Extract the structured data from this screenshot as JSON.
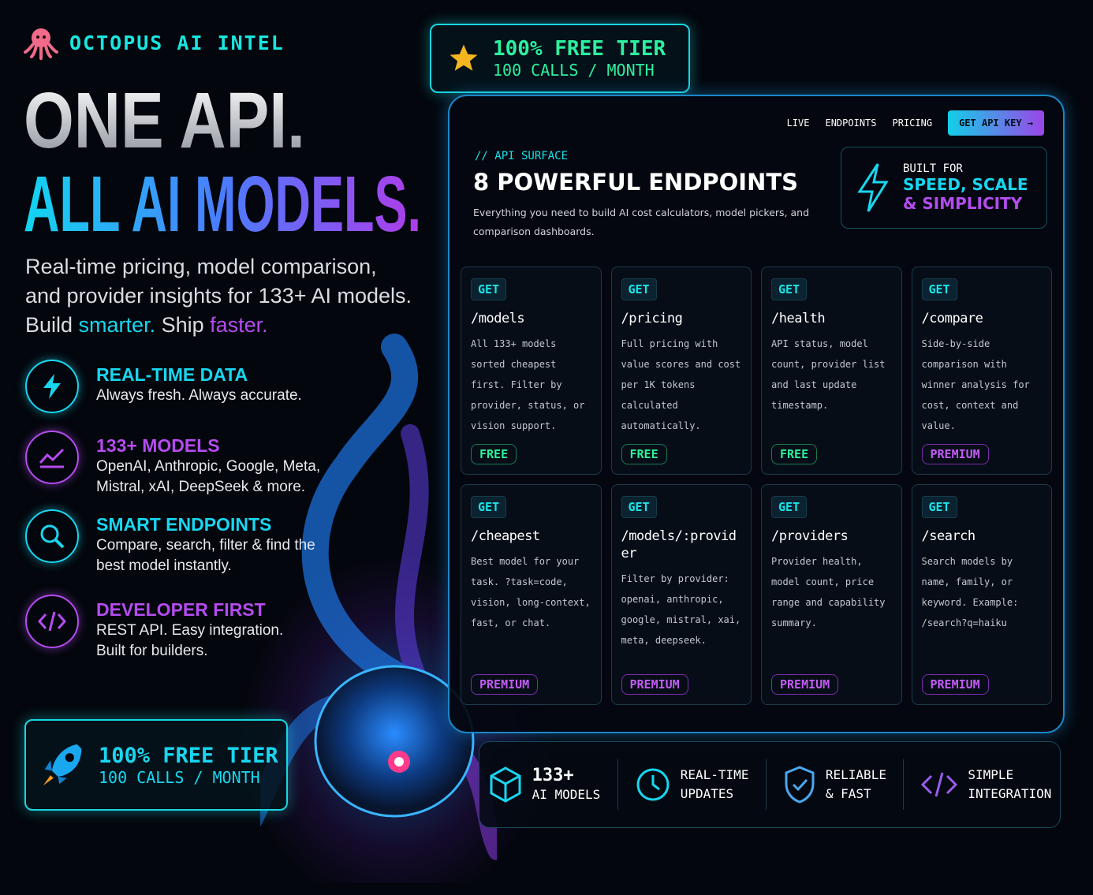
{
  "brand": {
    "name": "OCTOPUS AI INTEL",
    "logo_icon": "octopus-icon"
  },
  "hero": {
    "line1": "ONE API.",
    "line2": "ALL AI MODELS.",
    "subtitle_1": "Real-time pricing, model comparison,",
    "subtitle_2": "and provider insights for 133+ AI models.",
    "subtitle_3a": "Build ",
    "subtitle_3b": "smarter.",
    "subtitle_3c": " Ship ",
    "subtitle_3d": "faster."
  },
  "features": [
    {
      "title": "REAL-TIME DATA",
      "desc1": "Always fresh. Always accurate.",
      "desc2": "",
      "icon": "lightning-icon",
      "color": "#19d6f0"
    },
    {
      "title": "133+ MODELS",
      "desc1": "OpenAI, Anthropic, Google, Meta,",
      "desc2": "Mistral, xAI, DeepSeek & more.",
      "icon": "chart-trend-icon",
      "color": "#b44cf0"
    },
    {
      "title": "SMART ENDPOINTS",
      "desc1": "Compare, search, filter & find the",
      "desc2": "best model instantly.",
      "icon": "search-icon",
      "color": "#19d6f0"
    },
    {
      "title": "DEVELOPER FIRST",
      "desc1": "REST API. Easy integration.",
      "desc2": "Built for builders.",
      "icon": "code-icon",
      "color": "#b44cf0"
    }
  ],
  "top_tier": {
    "title": "100% FREE TIER",
    "sub": "100 CALLS / MONTH",
    "icon": "star-icon"
  },
  "bottom_tier": {
    "title": "100% FREE TIER",
    "sub": "100 CALLS / MONTH",
    "icon": "rocket-icon"
  },
  "panel": {
    "nav": [
      "LIVE",
      "ENDPOINTS",
      "PRICING"
    ],
    "cta": "GET API KEY →",
    "kicker": "// API SURFACE",
    "title": "8 POWERFUL ENDPOINTS",
    "desc": "Everything you need to build AI cost calculators, model pickers, and comparison dashboards.",
    "built": {
      "label": "BUILT FOR",
      "line1": "SPEED, SCALE",
      "line2": "& SIMPLICITY"
    },
    "endpoints": [
      {
        "method": "GET",
        "path": "/models",
        "desc": "All 133+ models sorted cheapest first. Filter by provider, status, or vision support.",
        "tier": "FREE"
      },
      {
        "method": "GET",
        "path": "/pricing",
        "desc": "Full pricing with value scores and cost per 1K tokens calculated automatically.",
        "tier": "FREE"
      },
      {
        "method": "GET",
        "path": "/health",
        "desc": "API status, model count, provider list and last update timestamp.",
        "tier": "FREE"
      },
      {
        "method": "GET",
        "path": "/compare",
        "desc": "Side-by-side comparison with winner analysis for cost, context and value.",
        "tier": "PREMIUM"
      },
      {
        "method": "GET",
        "path": "/cheapest",
        "desc": "Best model for your task. ?task=code, vision, long-context, fast, or chat.",
        "tier": "PREMIUM"
      },
      {
        "method": "GET",
        "path": "/models/:provider",
        "desc": "Filter by provider: openai, anthropic, google, mistral, xai, meta, deepseek.",
        "tier": "PREMIUM"
      },
      {
        "method": "GET",
        "path": "/providers",
        "desc": "Provider health, model count, price range and capability summary.",
        "tier": "PREMIUM"
      },
      {
        "method": "GET",
        "path": "/search",
        "desc": "Search models by name, family, or keyword. Example: /search?q=haiku",
        "tier": "PREMIUM"
      }
    ]
  },
  "stats": [
    {
      "a": "133+",
      "b": "AI MODELS",
      "icon": "cube-icon"
    },
    {
      "a": "REAL-TIME",
      "b": "UPDATES",
      "icon": "clock-icon"
    },
    {
      "a": "RELIABLE",
      "b": "& FAST",
      "icon": "shield-check-icon"
    },
    {
      "a": "SIMPLE",
      "b": "INTEGRATION",
      "icon": "code-icon"
    }
  ],
  "colors": {
    "cyan": "#19d6f0",
    "purple": "#b44cf0",
    "green": "#2af29a",
    "bg": "#03060c"
  }
}
